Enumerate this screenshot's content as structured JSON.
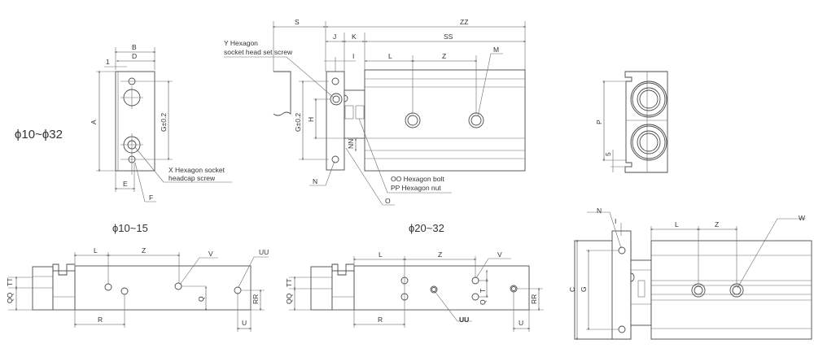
{
  "headings": {
    "range_all": "ϕ10~ϕ32",
    "range_small": "ϕ10~15",
    "range_large": "ϕ20~32"
  },
  "front_view": {
    "B": "B",
    "D": "D",
    "one": "1",
    "A": "A",
    "G": "G±0.2",
    "E": "E",
    "F": "F",
    "X_line1": "X  Hexagon socket",
    "X_line2": "headcap screw"
  },
  "side_view": {
    "S": "S",
    "ZZ": "ZZ",
    "J": "J",
    "K": "K",
    "SS": "SS",
    "I": "I",
    "L": "L",
    "Z": "Z",
    "M": "M",
    "G": "G±0.2",
    "H": "H",
    "NN": "NN",
    "N": "N",
    "O": "O",
    "Y_line1": "Y Hexagon",
    "Y_line2": "socket head set screw",
    "OO": "OO  Hexagon bolt",
    "PP": "PP Hexagon nut"
  },
  "end_view": {
    "P": "P",
    "five": "5"
  },
  "bottom_small": {
    "L": "L",
    "Z": "Z",
    "V": "V",
    "UU": "UU",
    "TT": "TT",
    "QQ": "QQ",
    "Q": "Q",
    "RR": "RR",
    "R": "R",
    "U": "U"
  },
  "bottom_large": {
    "L": "L",
    "Z": "Z",
    "V": "V",
    "UU": "UU",
    "TT": "TT",
    "QQ": "QQ",
    "T": "T",
    "Q": "Q",
    "RR": "RR",
    "R": "R",
    "U": "U"
  },
  "top_view": {
    "N": "N",
    "I": "I",
    "L": "L",
    "Z": "Z",
    "W": "W",
    "C": "C",
    "G": "G"
  }
}
